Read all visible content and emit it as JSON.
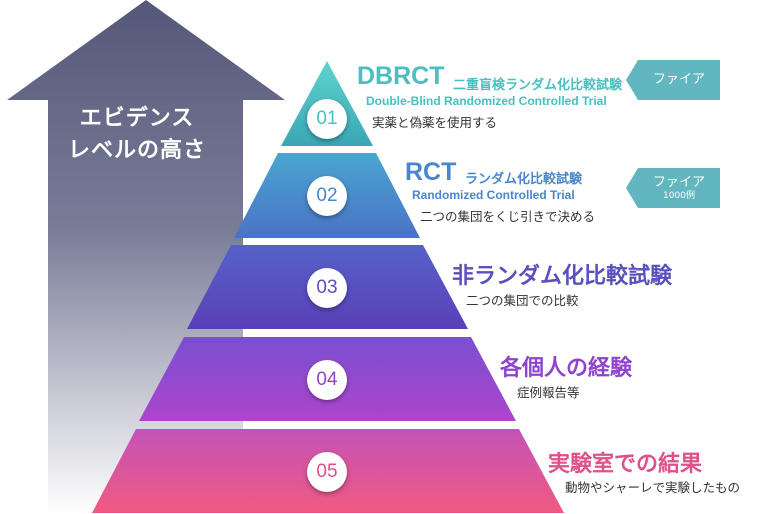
{
  "arrow": {
    "label_line1": "エビデンス",
    "label_line2": "レベルの高さ",
    "color": "#5a5e7e"
  },
  "levels": [
    {
      "number": "01",
      "acronym": "DBRCT",
      "title": "二重盲検ランダム化比較試験",
      "english": "Double-Blind Randomized Controlled Trial",
      "description": "実薬と偽薬を使用する",
      "color": "#49bfc0"
    },
    {
      "number": "02",
      "acronym": "RCT",
      "title": "ランダム化比較試験",
      "english": "Randomized Controlled Trial",
      "description": "二つの集団をくじ引きで決める",
      "color": "#4a86cc"
    },
    {
      "number": "03",
      "title": "非ランダム化比較試験",
      "description": "二つの集団での比較",
      "color": "#5a4fbf"
    },
    {
      "number": "04",
      "title": "各個人の経験",
      "description": "症例報告等",
      "color": "#8e44cc"
    },
    {
      "number": "05",
      "title": "実験室での結果",
      "description": "動物やシャーレで実験したもの",
      "color": "#e0508a"
    }
  ],
  "tags": [
    {
      "label": "ファイア",
      "sublabel": ""
    },
    {
      "label": "ファイア",
      "sublabel": "1000例"
    }
  ]
}
